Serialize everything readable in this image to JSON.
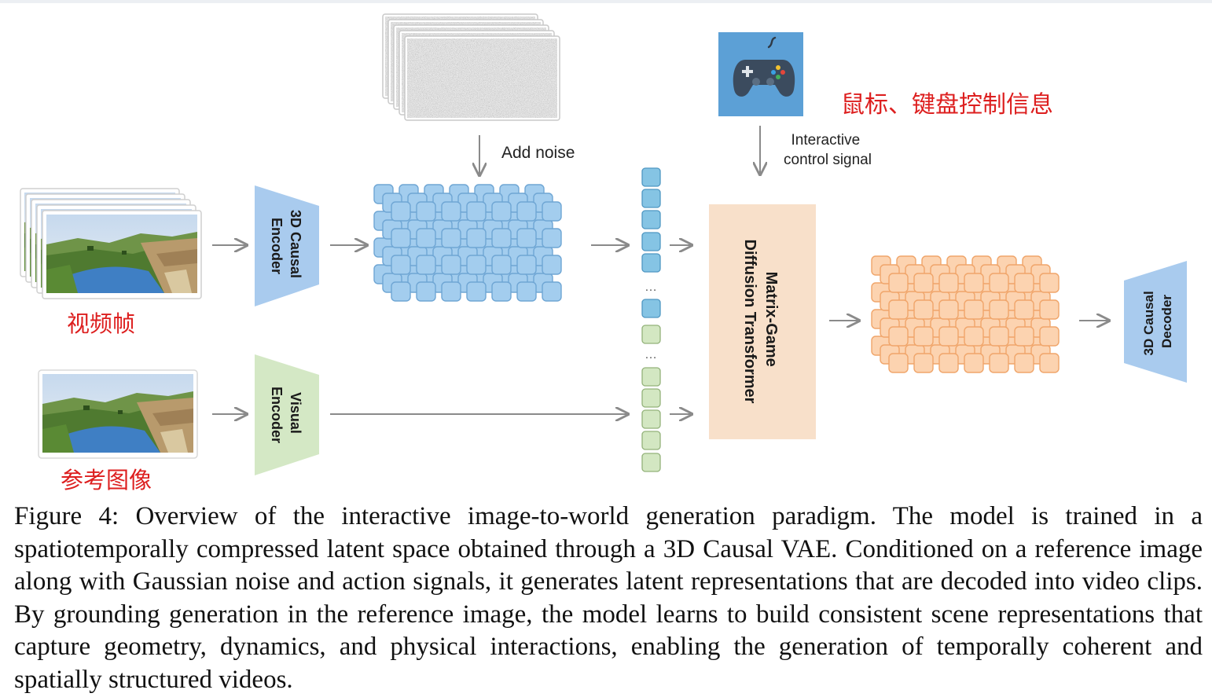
{
  "labels": {
    "add_noise": "Add noise",
    "interactive_line1": "Interactive",
    "interactive_line2": "control signal",
    "encoder_3d_line1": "3D Causal",
    "encoder_3d_line2": "Encoder",
    "visual_encoder_line1": "Visual",
    "visual_encoder_line2": "Encoder",
    "transformer_line1": "Matrix-Game",
    "transformer_line2": "Diffusion Transformer",
    "decoder_line1": "3D Causal",
    "decoder_line2": "Decoder",
    "ellipsis": "…"
  },
  "annotations": {
    "control_info": "鼠标、键盘控制信息",
    "video_frames": "视频帧",
    "reference_image": "参考图像"
  },
  "caption": "Figure 4: Overview of the interactive image-to-world generation paradigm. The model is trained in a spatiotemporally compressed latent space obtained through a 3D Causal VAE. Conditioned on a reference image along with Gaussian noise and action signals, it generates latent representations that are decoded into video clips. By grounding generation in the reference image, the model learns to build consistent scene representations that capture geometry, dynamics, and physical interactions, enabling the generation of temporally coherent and spatially structured videos.",
  "colors": {
    "annotation": "#dd1f1f",
    "latent_blue": "#a3cdee",
    "latent_orange": "#fcd3b0",
    "token_blue": "#85c4e4",
    "token_green": "#d3e7c2",
    "encoder_blue": "#a9cbee",
    "encoder_green": "#d4e8c5",
    "transformer": "#f8e0ca",
    "gamepad_bg": "#5ca0d6"
  },
  "icons": [
    "gamepad-icon",
    "noise-frame-stack",
    "video-frame-stack",
    "reference-image"
  ]
}
